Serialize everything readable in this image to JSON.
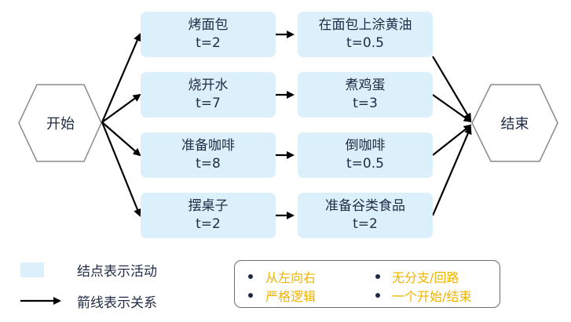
{
  "start_label": "开始",
  "end_label": "结束",
  "columns": [
    [
      {
        "name": "烤面包",
        "time": "t=2"
      },
      {
        "name": "烧开水",
        "time": "t=7"
      },
      {
        "name": "准备咖啡",
        "time": "t=8"
      },
      {
        "name": "摆桌子",
        "time": "t=2"
      }
    ],
    [
      {
        "name": "在面包上涂黄油",
        "time": "t=0.5"
      },
      {
        "name": "煮鸡蛋",
        "time": "t=3"
      },
      {
        "name": "倒咖啡",
        "time": "t=0.5"
      },
      {
        "name": "准备谷类食品",
        "time": "t=2"
      }
    ]
  ],
  "legend": {
    "node_meaning": "结点表示活动",
    "arrow_meaning": "箭线表示关系"
  },
  "notes": {
    "left": [
      "从左向右",
      "严格逻辑"
    ],
    "right": [
      "无分支/回路",
      "一个开始/结束"
    ]
  },
  "colors": {
    "node_fill": "#dcf0fb",
    "note_text": "#f0b400",
    "arrow": "#000000"
  }
}
